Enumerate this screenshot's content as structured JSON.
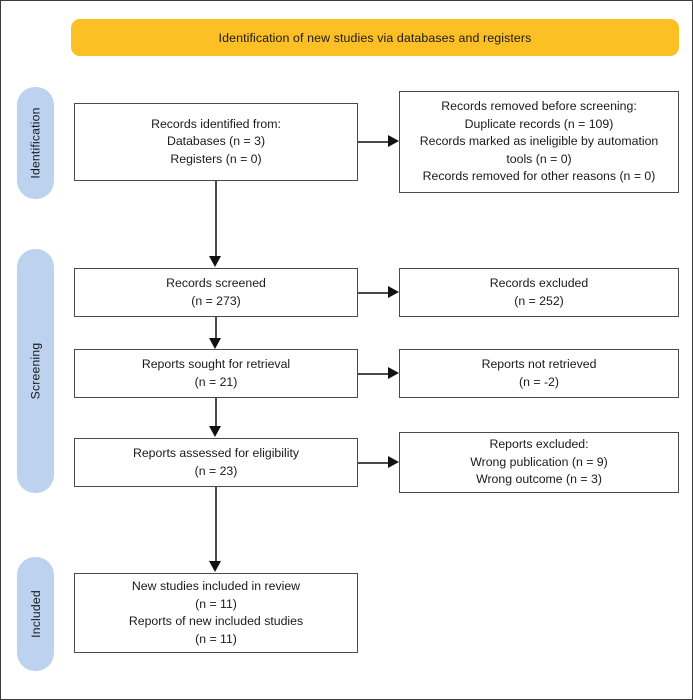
{
  "banner": {
    "text": "Identification of new studies via databases and registers",
    "color": "#fcc024"
  },
  "stages": [
    {
      "label": "Identification",
      "color": "#bcd2ee"
    },
    {
      "label": "Screening",
      "color": "#bcd2ee"
    },
    {
      "label": "Included",
      "color": "#bcd2ee"
    }
  ],
  "boxes": {
    "identified": {
      "lines": [
        "Records identified from:",
        "Databases (n = 3)",
        "Registers (n = 0)"
      ]
    },
    "removed_before_screening": {
      "lines": [
        "Records removed before screening:",
        "Duplicate records (n = 109)",
        "Records marked as ineligible by automation tools (n = 0)",
        "Records removed for other reasons (n = 0)"
      ]
    },
    "screened": {
      "lines": [
        "Records screened",
        "(n = 273)"
      ]
    },
    "excluded": {
      "lines": [
        "Records excluded",
        "(n = 252)"
      ]
    },
    "sought_retrieval": {
      "lines": [
        "Reports sought for retrieval",
        "(n = 21)"
      ]
    },
    "not_retrieved": {
      "lines": [
        "Reports not retrieved",
        "(n = -2)"
      ]
    },
    "assessed_eligibility": {
      "lines": [
        "Reports assessed for eligibility",
        "(n = 23)"
      ]
    },
    "reports_excluded": {
      "lines": [
        "Reports excluded:",
        "Wrong publication (n = 9)",
        "Wrong outcome (n = 3)"
      ]
    },
    "included": {
      "lines": [
        "New studies included in review",
        "(n = 11)",
        "Reports of new included studies",
        "(n = 11)"
      ]
    }
  }
}
